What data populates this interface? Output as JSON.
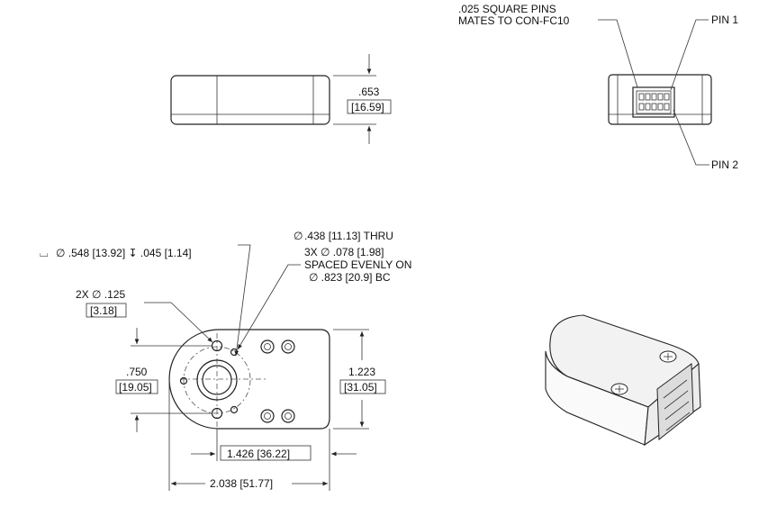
{
  "views": {
    "side": {
      "height_in": ".653",
      "height_mm": "[16.59]"
    },
    "end": {
      "pins_note_line1": ".025 SQUARE PINS",
      "pins_note_line2": "MATES TO CON-FC10",
      "pin1_label": "PIN 1",
      "pin2_label": "PIN 2"
    },
    "top": {
      "bore_prefix": "∅",
      "bore_callout": ".438 [11.13] THRU",
      "cbore_symbol": "⌴",
      "cbore_callout": "∅ .548 [13.92] ↧ .045 [1.14]",
      "holes3x_line1": "3X ∅ .078 [1.98]",
      "holes3x_line2": "SPACED EVENLY ON",
      "holes3x_line3": "∅ .823 [20.9] BC",
      "holes2x_line1": "2X ∅ .125",
      "holes2x_line2": "[3.18]",
      "dim_750_in": ".750",
      "dim_750_mm": "[19.05]",
      "dim_1223_in": "1.223",
      "dim_1223_mm": "[31.05]",
      "dim_1426": "1.426 [36.22]",
      "dim_2038": "2.038 [51.77]"
    }
  },
  "colors": {
    "line": "#222222",
    "background": "#ffffff"
  },
  "icons": {
    "phillips_screw": "screw-head-icon",
    "connector": "connector-icon"
  }
}
